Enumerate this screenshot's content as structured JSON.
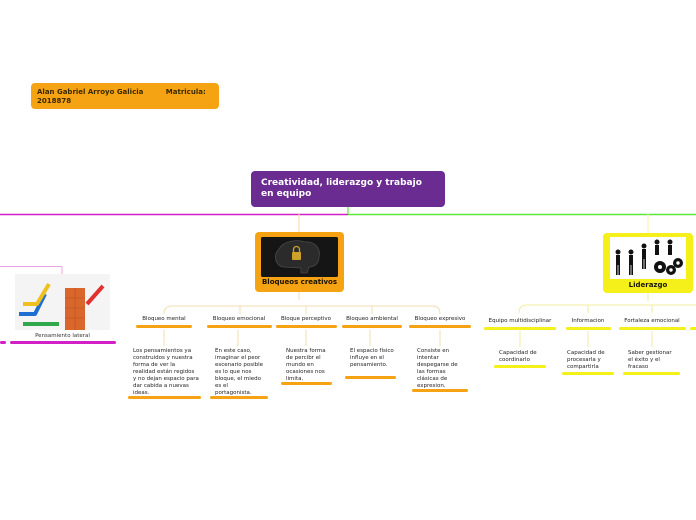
{
  "author": {
    "name": "Alan Gabriel Arroyo Galicia",
    "matricula_label": "Matricula:",
    "matricula_value": "2018878"
  },
  "root": {
    "title": "Creatividad, liderazgo y trabajo en equipo"
  },
  "bloqueos": {
    "label": "Bloqueos creativos",
    "items": [
      {
        "label": "Bloqueo mental",
        "desc": "Los pensamientos ya construidos y nuestra forma de ver la realidad están regidos y no dejan espacio para dar cabida a nuevas ideas."
      },
      {
        "label": "Bloqueo emocional",
        "desc": "En este caso, imaginar el peor escenario posible es lo que nos bloque, el miedo es el portagonista."
      },
      {
        "label": "Bloque perceptivo",
        "desc": "Nuestra forma de percibr el mundo en ocasiones nos limita,"
      },
      {
        "label": "Bloqueo ambiental",
        "desc": "El espacio físico influye en el pensamiento."
      },
      {
        "label": "Bloqueo expresivo",
        "desc": "Consiste en intentar despegarse de las formas clásicas de expresion."
      }
    ]
  },
  "liderazgo": {
    "label": "Liderazgo",
    "items": [
      {
        "label": "Equipo multidisciplinar",
        "desc": "Capacidad de coordinarlo"
      },
      {
        "label": "Informacion",
        "desc": "Capacidad de procesarla y compartirla"
      },
      {
        "label": "Fortaleza emocional",
        "desc": "Saber gestionar el éxito y el fracaso"
      }
    ]
  },
  "lateral": {
    "label": "Pensamiento lateral"
  },
  "colors": {
    "purple": "#6a2c91",
    "orange": "#f6a313",
    "yellow": "#f5ef1a",
    "magenta": "#d21fc6",
    "green": "#5ee63a"
  }
}
